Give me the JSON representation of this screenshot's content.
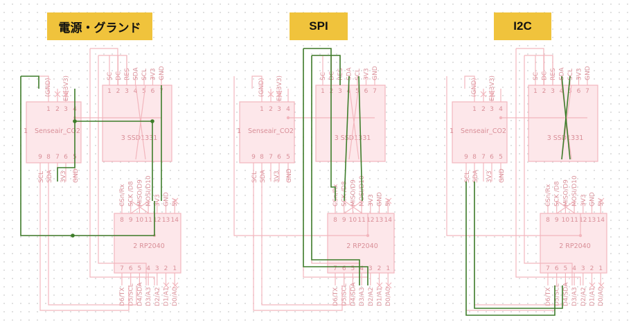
{
  "panels": [
    {
      "title": "電源・グランド"
    },
    {
      "title": "SPI"
    },
    {
      "title": "I2C"
    }
  ],
  "components": {
    "sensor": {
      "name": "Senseair_CO2",
      "ref": "1",
      "top_pins": [
        "(GND)",
        "EN(3V3)"
      ],
      "top_nums": [
        "1",
        "2",
        "3",
        "4"
      ],
      "bottom_pins": [
        "SCL",
        "SDA",
        "3V3",
        "GND"
      ],
      "bottom_nums": [
        "9",
        "8",
        "7",
        "6",
        "5"
      ]
    },
    "display": {
      "name": "3 SSD1331",
      "top_pins": [
        "SC",
        "DC",
        "RES",
        "SDA",
        "SCL",
        "3V3",
        "GND"
      ],
      "top_nums": [
        "1",
        "2",
        "3",
        "4",
        "5",
        "6",
        "7"
      ]
    },
    "mcu": {
      "name": "2 RP2040",
      "top_pins": [
        "CSn/Rx",
        "SCK /D8",
        "MISO/D9",
        "MOSI/D10",
        "3V3",
        "GND",
        "5V"
      ],
      "top_nums": [
        "8",
        "9",
        "10",
        "11",
        "12",
        "13",
        "14"
      ],
      "bottom_pins": [
        "D6/TX",
        "D5/SCL",
        "D4/SDA",
        "D3/A3",
        "D2/A2",
        "D1/A1",
        "D0/A0"
      ],
      "bottom_nums": [
        "7",
        "6",
        "5",
        "4",
        "3",
        "2",
        "1"
      ]
    }
  }
}
